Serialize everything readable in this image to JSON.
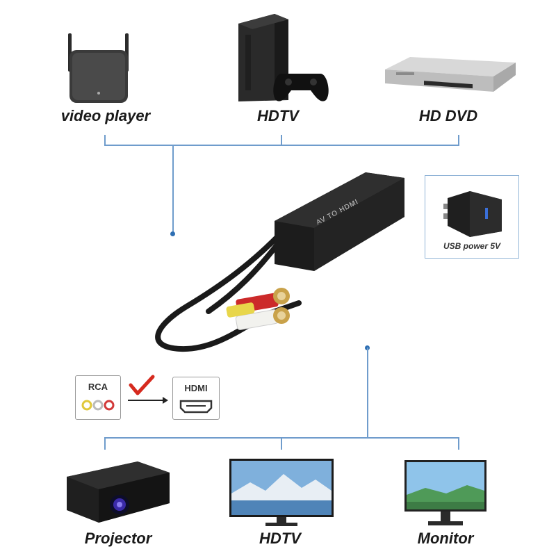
{
  "sources": {
    "video_player": "video player",
    "hdtv": "HDTV",
    "hd_dvd": "HD DVD"
  },
  "adapter_label": "AV TO HDMI",
  "power": {
    "label": "USB power 5V"
  },
  "conversion": {
    "from": "RCA",
    "to": "HDMI"
  },
  "outputs": {
    "projector": "Projector",
    "hdtv": "HDTV",
    "monitor": "Monitor"
  },
  "colors": {
    "line": "#6f9ccc",
    "dot": "#2e6fb3",
    "check": "#d62a1e"
  }
}
